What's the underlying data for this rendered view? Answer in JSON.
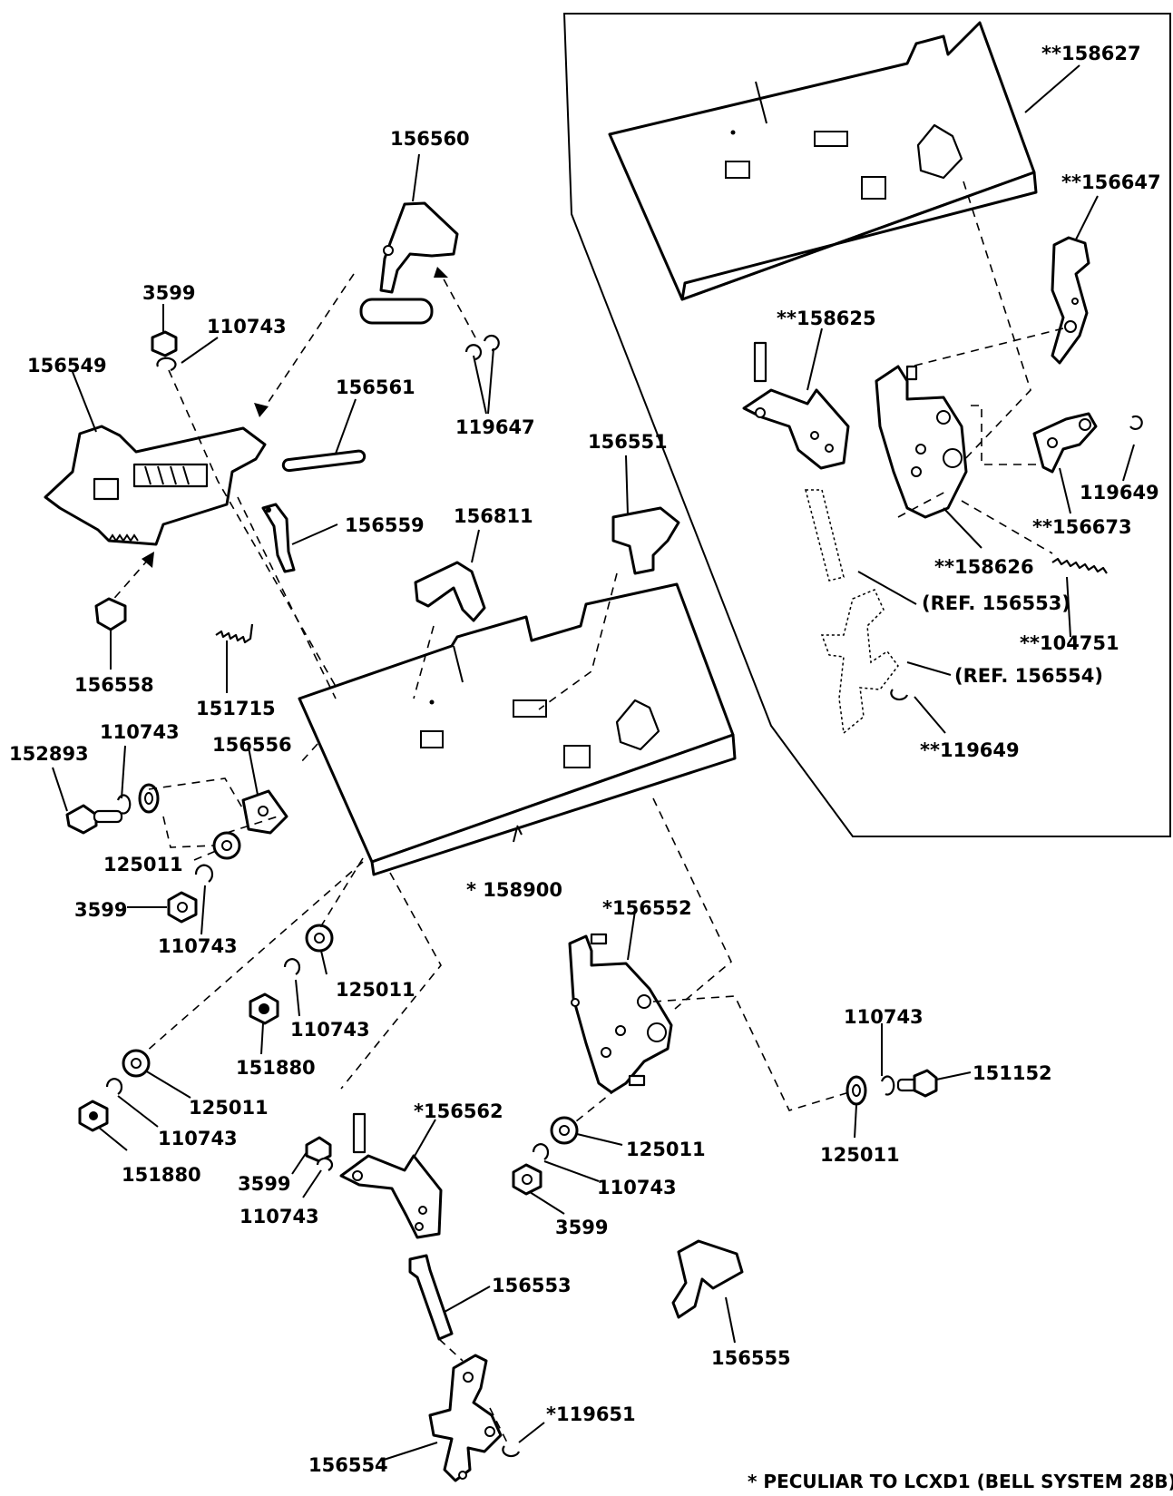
{
  "diagram": {
    "labels": [
      {
        "id": "156560",
        "text": "156560"
      },
      {
        "id": "3599-top",
        "text": "3599"
      },
      {
        "id": "110743-top",
        "text": "110743"
      },
      {
        "id": "156549",
        "text": "156549"
      },
      {
        "id": "156561",
        "text": "156561"
      },
      {
        "id": "119647",
        "text": "119647"
      },
      {
        "id": "156559",
        "text": "156559"
      },
      {
        "id": "156558",
        "text": "156558"
      },
      {
        "id": "151715",
        "text": "151715"
      },
      {
        "id": "156551",
        "text": "156551"
      },
      {
        "id": "156811",
        "text": "156811"
      },
      {
        "id": "152893",
        "text": "152893"
      },
      {
        "id": "110743-left",
        "text": "110743"
      },
      {
        "id": "156556",
        "text": "156556"
      },
      {
        "id": "125011-left",
        "text": "125011"
      },
      {
        "id": "3599-left",
        "text": "3599"
      },
      {
        "id": "110743-left2",
        "text": "110743"
      },
      {
        "id": "158900",
        "text": "* 158900"
      },
      {
        "id": "125011-mid",
        "text": "125011"
      },
      {
        "id": "110743-mid",
        "text": "110743"
      },
      {
        "id": "151880-mid",
        "text": "151880"
      },
      {
        "id": "125011-low",
        "text": "125011"
      },
      {
        "id": "110743-low",
        "text": "110743"
      },
      {
        "id": "151880-low",
        "text": "151880"
      },
      {
        "id": "156562",
        "text": "*156562"
      },
      {
        "id": "3599-low",
        "text": "3599"
      },
      {
        "id": "110743-low2",
        "text": "110743"
      },
      {
        "id": "156552",
        "text": "*156552"
      },
      {
        "id": "125011-right",
        "text": "125011"
      },
      {
        "id": "110743-right",
        "text": "110743"
      },
      {
        "id": "3599-right",
        "text": "3599"
      },
      {
        "id": "110743-far",
        "text": "110743"
      },
      {
        "id": "151152",
        "text": "151152"
      },
      {
        "id": "125011-far",
        "text": "125011"
      },
      {
        "id": "156553",
        "text": "156553"
      },
      {
        "id": "156555",
        "text": "156555"
      },
      {
        "id": "119651",
        "text": "*119651"
      },
      {
        "id": "156554",
        "text": "156554"
      },
      {
        "id": "158627",
        "text": "**158627"
      },
      {
        "id": "156647",
        "text": "**156647"
      },
      {
        "id": "158625",
        "text": "**158625"
      },
      {
        "id": "119649-a",
        "text": "119649"
      },
      {
        "id": "156673",
        "text": "**156673"
      },
      {
        "id": "158626",
        "text": "**158626"
      },
      {
        "id": "ref156553",
        "text": "(REF. 156553)"
      },
      {
        "id": "104751",
        "text": "**104751"
      },
      {
        "id": "ref156554",
        "text": "(REF. 156554)"
      },
      {
        "id": "119649-b",
        "text": "**119649"
      }
    ],
    "footnote": "* PECULIAR TO LCXD1 (BELL SYSTEM 28B)"
  }
}
